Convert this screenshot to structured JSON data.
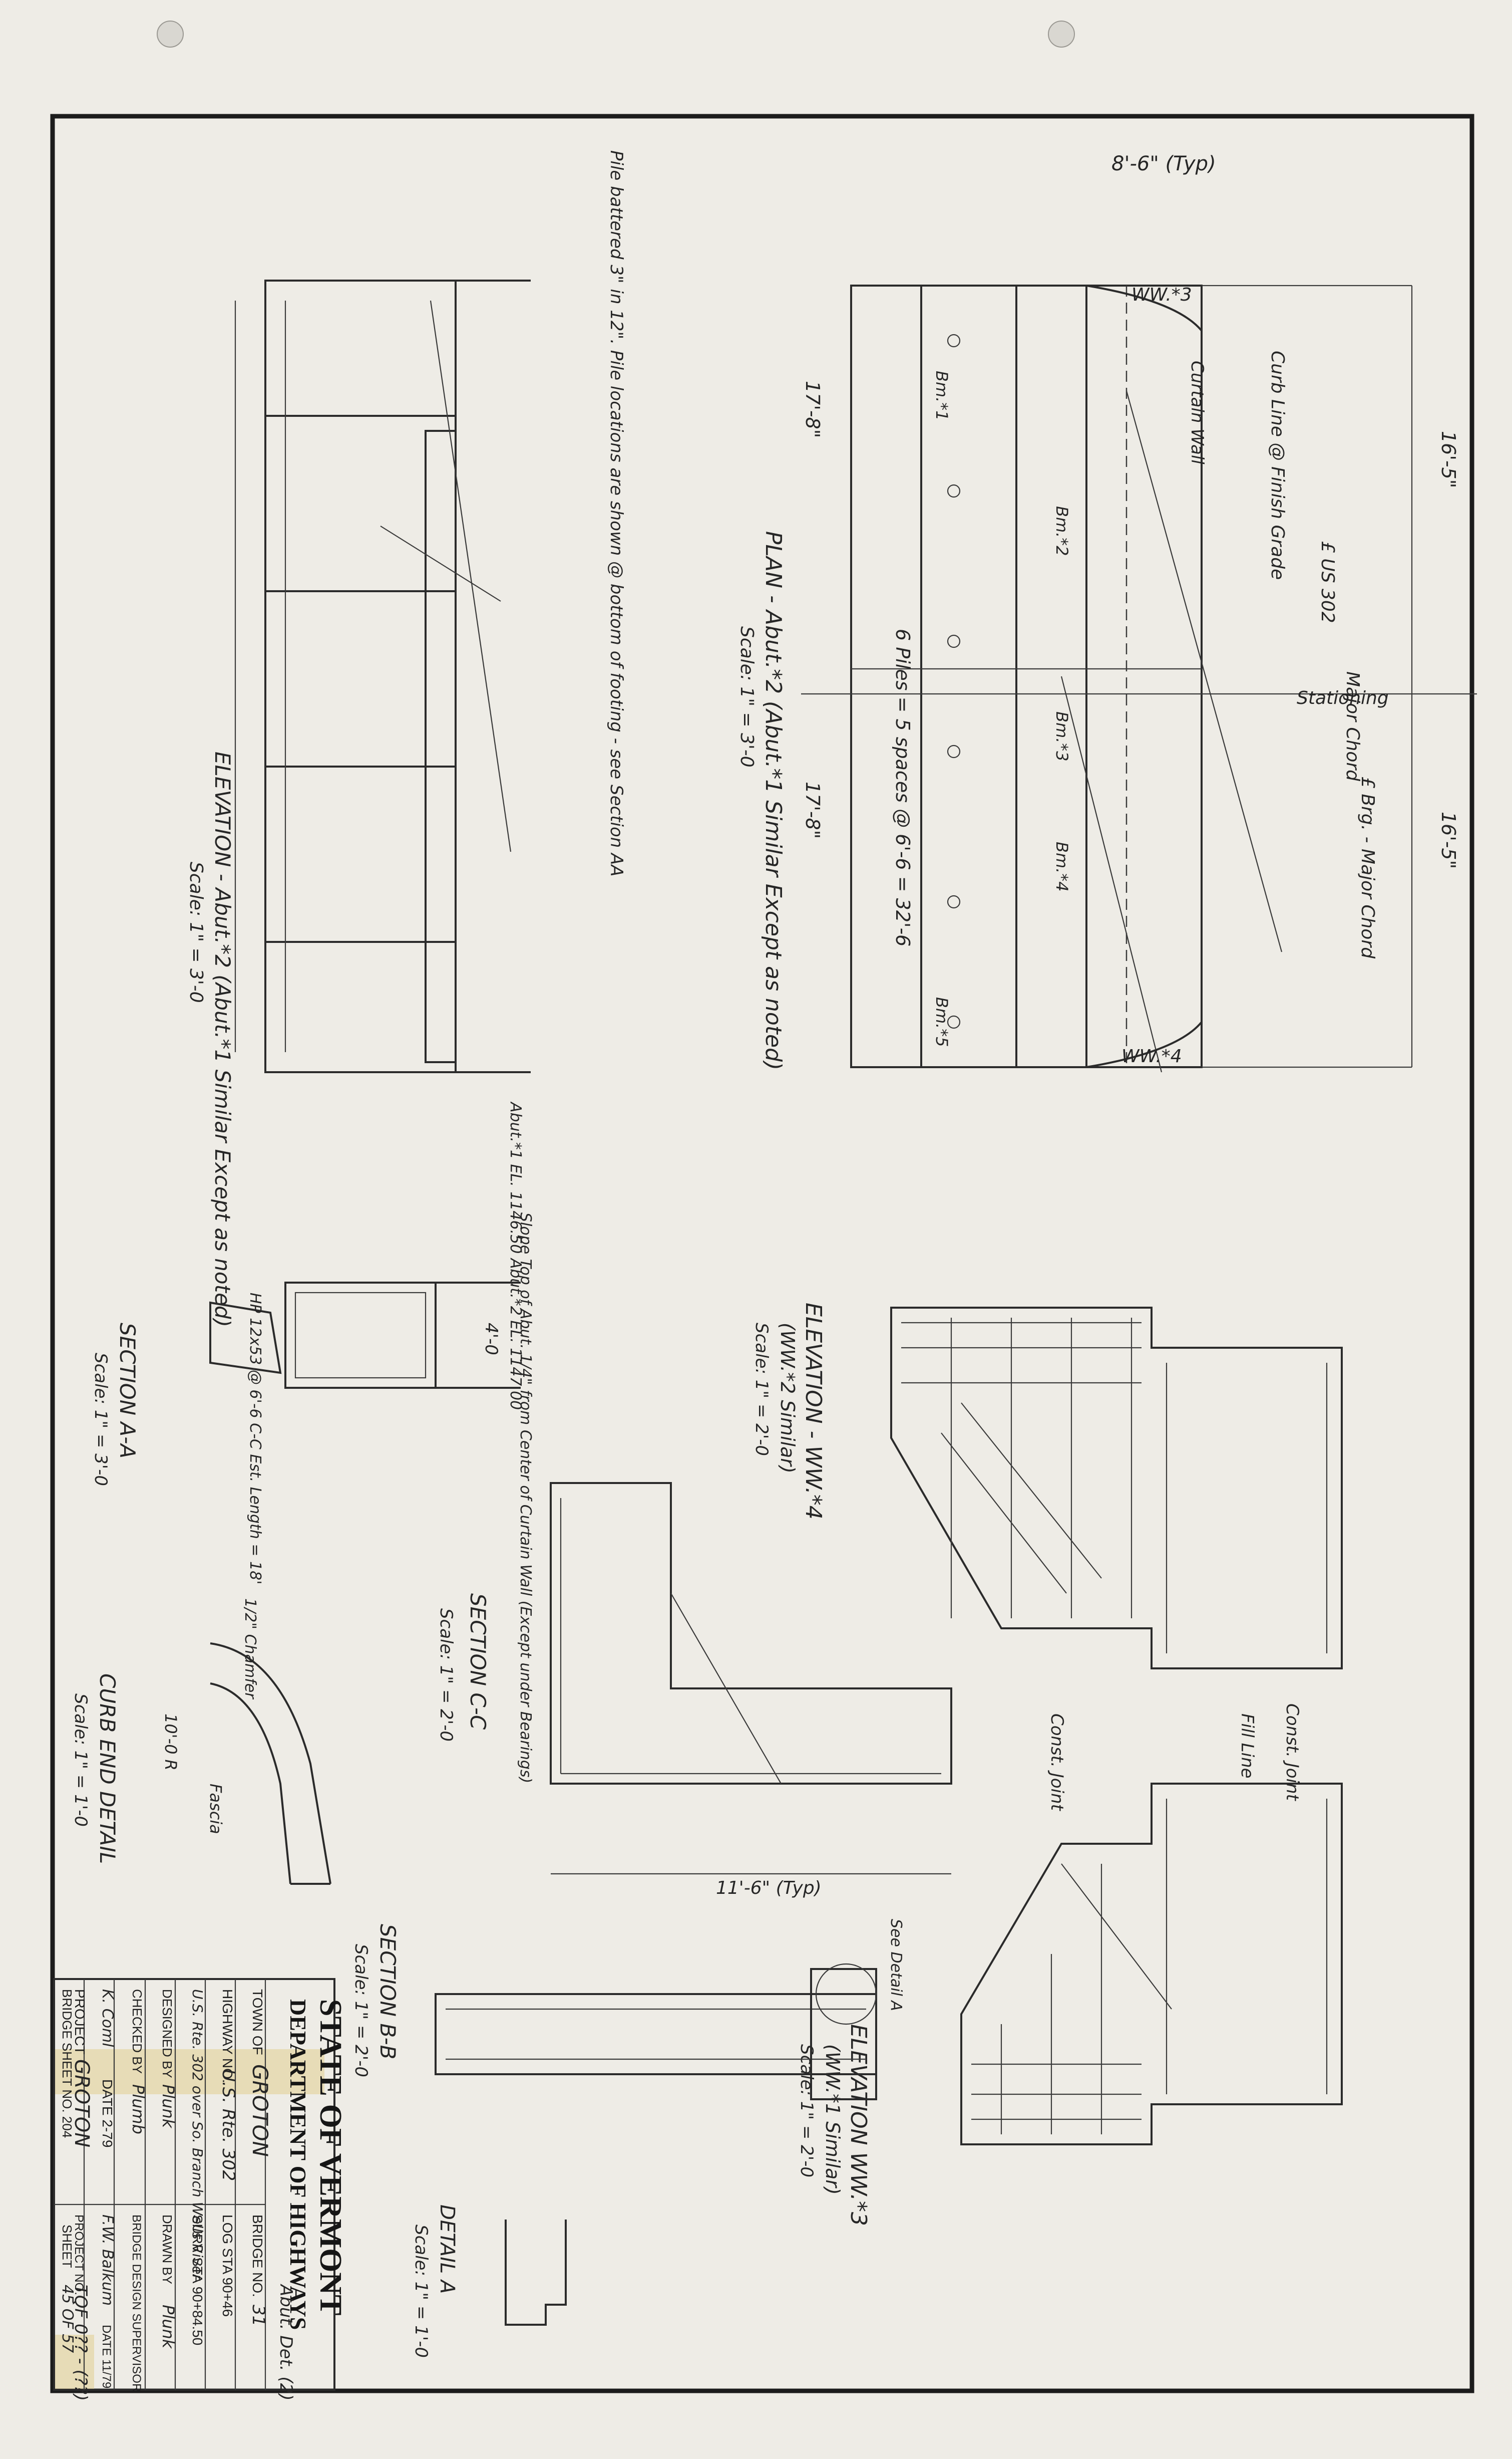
{
  "title_block": {
    "state": "STATE OF VERMONT",
    "dept": "DEPARTMENT OF HIGHWAYS",
    "town_label": "TOWN OF",
    "town": "GROTON",
    "bridge_no_label": "BRIDGE NO.",
    "bridge_no": "31",
    "highway_label": "HIGHWAY NO.",
    "highway": "U.S. Rte. 302",
    "log_sta": "LOG STA 90+46",
    "surv_sta": "SURV STA 90+84.50",
    "over": "U.S. Rte. 302 over So. Branch Wells River",
    "designed_label": "DESIGNED BY",
    "designed_by": "Plunk",
    "drawn_label": "DRAWN BY",
    "drawn_by": "Plunk",
    "checked_label": "CHECKED BY",
    "checked_by": "Plumb",
    "supervisor_label": "BRIDGE DESIGN SUPERVISOR",
    "drawing_title": "Abut. Det. (2)",
    "supervisor": "F.W. Balkum",
    "comm": "K. Coml",
    "date": "DATE 2-79",
    "date2": "DATE 11/79",
    "project_label": "PROJECT",
    "project_no_label": "PROJECT NO.",
    "project_no": "TQF 0?? - (??)",
    "bridge_sheet": "BRIDGE SHEET NO. 204",
    "sheet_label": "SHEET",
    "sheet": "45 OF 57"
  },
  "views": {
    "elevation_abut": "ELEVATION - Abut.*2 (Abut.*1 Similar Except as noted)",
    "elevation_abut_scale": "Scale: 1\" = 3'-0",
    "plan_abut": "PLAN - Abut.*2 (Abut.*1 Similar Except as noted)",
    "plan_abut_scale": "Scale: 1\" = 3'-0",
    "elevation_ww4": "ELEVATION - WW.*4",
    "elevation_ww4_sub": "(WW.*2 Similar)",
    "elevation_ww4_scale": "Scale: 1\" = 2'-0",
    "elevation_ww3": "ELEVATION WW.*3",
    "elevation_ww3_sub": "(WW.*1 Similar)",
    "elevation_ww3_scale": "Scale: 1\" = 2'-0",
    "section_aa": "SECTION A-A",
    "section_aa_scale": "Scale: 1\" = 3'-0",
    "section_cc": "SECTION C-C",
    "section_cc_scale": "Scale: 1\" = 2'-0",
    "section_bb": "SECTION B-B",
    "section_bb_scale": "Scale: 1\" = 2'-0",
    "curb_end": "CURB END DETAIL",
    "curb_end_scale": "Scale: 1\" = 1'-0",
    "detail_a": "DETAIL A",
    "detail_a_scale": "Scale: 1\" = 1'-0"
  },
  "notes": {
    "pile_note": "Pile battered 3\" in 12\". Pile locations are shown @ bottom of footing - see Section AA",
    "curb_line": "Curb Line @ Finish Grade",
    "stationing": "Stationing",
    "major_chord": "Major Chord",
    "brg_note": "£ Brg. - Major Chord",
    "curtain_wall": "Curtain Wall",
    "ww3": "WW.*3",
    "ww4": "WW.*4",
    "us302": "£ US 302",
    "dim_16_5": "16'-5\"",
    "dim_17_8": "17'-8\"",
    "dim_8_6": "8'-6\" (Typ)",
    "piles": "6 Piles = 5 spaces @ 6'-6 = 32'-6",
    "const_joint": "Const. Joint",
    "fill_line": "Fill Line",
    "bm1": "Bm.*1",
    "bm2": "Bm.*2",
    "bm3": "Bm.*3",
    "bm4": "Bm.*4",
    "bm5": "Bm.*5",
    "abut_el": "Abut.*1 EL. 1146.50  Abut.*2 EL. 1147.00",
    "slope_note": "Slope Top of Abut. 1/4\" from Center of Curtain Wall (Except under Bearings)",
    "chamfer": "1/2\" Chamfer",
    "radius": "10'-0 R",
    "fascia": "Fascia",
    "see_detail_a": "See Detail A",
    "dim_11_6": "11'-6\" (Typ)",
    "dim_4_0": "4'-0",
    "hp_note": "HP 12x53 @ 6'-6 C-C Est. Length = 18'"
  }
}
